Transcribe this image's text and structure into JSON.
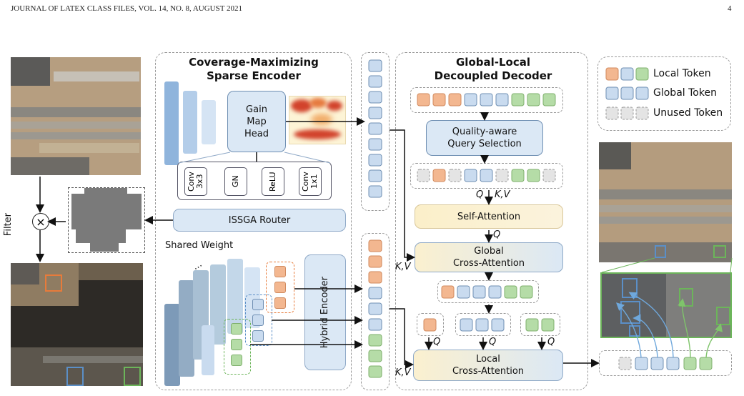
{
  "header": {
    "left": "JOURNAL OF LATEX CLASS FILES, VOL. 14, NO. 8, AUGUST 2021",
    "page_number": "4"
  },
  "encoder": {
    "title": "Coverage-Maximizing\nSparse Encoder",
    "gain_map_head": "Gain\nMap\nHead",
    "router": "ISSGA Router",
    "shared_weight": "Shared Weight",
    "hybrid_encoder": "Hybrid\nEncoder",
    "dots": "..."
  },
  "router_layers": [
    "Conv\n3x3",
    "GN",
    "ReLU",
    "Conv\n1x1"
  ],
  "decoder": {
    "title": "Global-Local\nDecoupled Decoder",
    "query_selection": "Quality-aware\nQuery Selection",
    "self_attention": "Self-Attention",
    "global_cross": "Global\nCross-Attention",
    "local_cross": "Local\nCross-Attention",
    "qkv": "Q",
    "kv": "K,V",
    "q": "Q",
    "kv_left": "K,V"
  },
  "legend": [
    {
      "label": "Local Token",
      "colors": [
        "#f3b790",
        "#c9dbef",
        "#b5dca7"
      ]
    },
    {
      "label": "Global Token",
      "colors": [
        "#c9dbef",
        "#c9dbef",
        "#c9dbef"
      ]
    },
    {
      "label": "Unused Token",
      "colors": [
        "#e4e4e4",
        "#e4e4e4",
        "#e4e4e4"
      ]
    }
  ],
  "left": {
    "filter": "Filter",
    "multiply": "⊗"
  },
  "colors": {
    "box_fill": "#dbe8f5",
    "attn_fill": "#fbf0cf",
    "orange": "#e87b3a",
    "green": "#6cb55a",
    "blue": "#5b8fc7"
  }
}
